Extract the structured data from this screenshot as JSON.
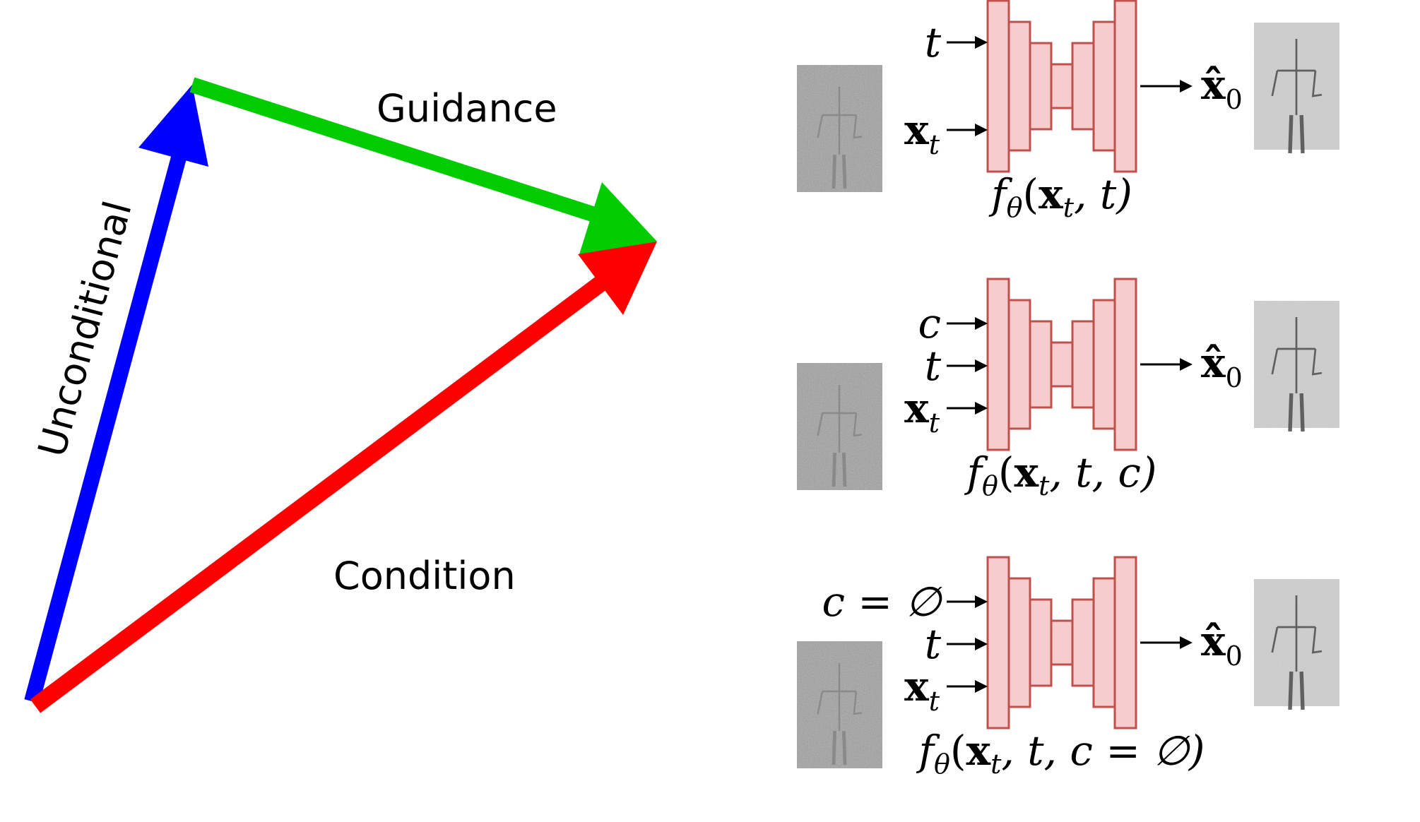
{
  "vectors": {
    "unconditional": {
      "label": "Unconditional",
      "color": "#0000ff"
    },
    "guidance": {
      "label": "Guidance",
      "color": "#00cc00"
    },
    "condition": {
      "label": "Condition",
      "color": "#ff0000"
    }
  },
  "colors": {
    "block_fill": "#f7cccc",
    "block_stroke": "#c0504d"
  },
  "networks": [
    {
      "inputs": [
        {
          "var": "t",
          "sub": ""
        },
        {
          "var": "x",
          "sub": "t"
        }
      ],
      "function": {
        "name": "f",
        "sub": "θ",
        "args": "(x, t)",
        "rich": [
          "(",
          "x",
          "t",
          ", t)"
        ]
      },
      "output": {
        "var": "x̂",
        "sub": "0"
      }
    },
    {
      "inputs": [
        {
          "var": "c",
          "sub": ""
        },
        {
          "var": "t",
          "sub": ""
        },
        {
          "var": "x",
          "sub": "t"
        }
      ],
      "function": {
        "name": "f",
        "sub": "θ",
        "args": "(x, t, c)",
        "rich": [
          "(",
          "x",
          "t",
          ", t, c)"
        ]
      },
      "output": {
        "var": "x̂",
        "sub": "0"
      }
    },
    {
      "inputs": [
        {
          "var": "c = ∅",
          "sub": ""
        },
        {
          "var": "t",
          "sub": ""
        },
        {
          "var": "x",
          "sub": "t"
        }
      ],
      "function": {
        "name": "f",
        "sub": "θ",
        "args": "(x, t, c = ∅)",
        "rich": [
          "(",
          "x",
          "t",
          ", t, c = ∅)"
        ]
      },
      "output": {
        "var": "x̂",
        "sub": "0"
      }
    }
  ]
}
